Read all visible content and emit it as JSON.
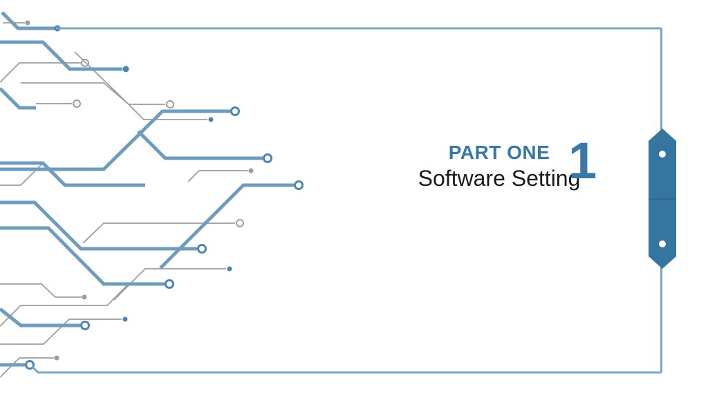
{
  "slide": {
    "part_label": "PART ONE",
    "title": "Software Setting",
    "section_number": "1"
  },
  "decor": {
    "left_icon": "circuit-traces-icon",
    "right_icon": "hexagon-badge-icon",
    "badge_holes": 2
  },
  "colors": {
    "accent": "#3778A8",
    "badge": "#36759F",
    "border_blue": "#7BA7C6",
    "circuit_blue": "#6D9CBC",
    "circuit_gray": "#9C9C9C",
    "node_blue": "#4E86AB",
    "title_text": "#1A1A1A",
    "background": "#FFFFFF"
  }
}
